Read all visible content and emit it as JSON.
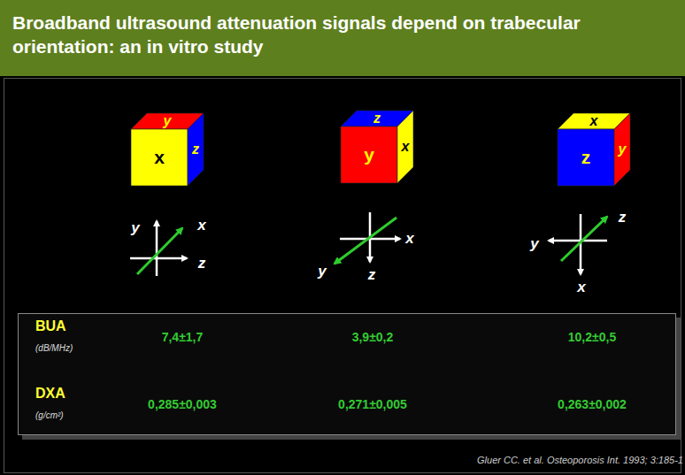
{
  "diagram": {
    "title": "Broadband ultrasound attenuation signals depend on trabecular orientation: an in vitro study",
    "nodes": [
      {
        "text": [
          "y",
          "x",
          "z"
        ]
      },
      {
        "text": [
          "z",
          "y",
          "x"
        ]
      },
      {
        "text": [
          "x",
          "z",
          "y"
        ]
      },
      {
        "text": [
          "BUA",
          "(dB/MHz)",
          "7,4±1,7",
          "3,9±0,2",
          "10,2±0,5",
          "DXA",
          "(g/cm²)",
          "0,285±0,003",
          "0,271±0,005",
          "0,263±0,002"
        ]
      }
    ],
    "labels": [
      "y",
      "x",
      "z",
      "x",
      "y",
      "z",
      "z",
      "y",
      "x",
      "Gluer CC. et al. Osteoporosis Int. 1993; 3:185-1"
    ]
  }
}
